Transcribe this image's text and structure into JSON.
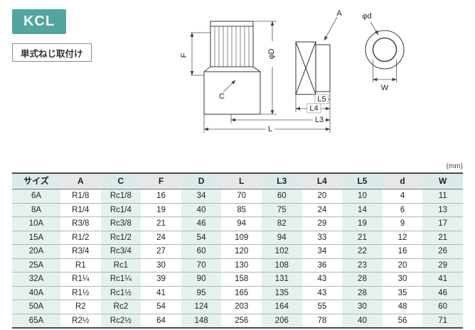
{
  "badge": {
    "label": "KCL",
    "color": "#4fa79d"
  },
  "subtitle": {
    "label": "単式ねじ取付け"
  },
  "diagram": {
    "labels": {
      "A": "A",
      "phi_d": "φd",
      "phi_D": "φD",
      "F": "F",
      "C": "C",
      "L5": "L5",
      "L4": "L4",
      "L3": "L3",
      "L": "L",
      "W": "W"
    }
  },
  "table": {
    "unit_note": "(mm)",
    "columns": [
      "サイズ",
      "A",
      "C",
      "F",
      "D",
      "L",
      "L3",
      "L4",
      "L5",
      "d",
      "W"
    ],
    "shaded_columns": [
      0,
      2,
      4,
      6,
      8,
      10
    ],
    "rows": [
      [
        "6A",
        "R1/8",
        "Rc1/8",
        "16",
        "34",
        "70",
        "60",
        "20",
        "10",
        "4",
        "11"
      ],
      [
        "8A",
        "R1/4",
        "Rc1/4",
        "19",
        "40",
        "85",
        "75",
        "24",
        "14",
        "6",
        "13"
      ],
      [
        "10A",
        "R3/8",
        "Rc3/8",
        "21",
        "46",
        "94",
        "82",
        "29",
        "19",
        "9",
        "17"
      ],
      [
        "15A",
        "R1/2",
        "Rc1/2",
        "24",
        "54",
        "109",
        "94",
        "33",
        "21",
        "12",
        "21"
      ],
      [
        "20A",
        "R3/4",
        "Rc3/4",
        "27",
        "60",
        "120",
        "102",
        "34",
        "22",
        "16",
        "26"
      ],
      [
        "25A",
        "R1",
        "Rc1",
        "30",
        "70",
        "130",
        "108",
        "36",
        "23",
        "20",
        "29"
      ],
      [
        "32A",
        "R1¼",
        "Rc1¼",
        "39",
        "90",
        "158",
        "131",
        "43",
        "28",
        "30",
        "41"
      ],
      [
        "40A",
        "R1½",
        "Rc1½",
        "41",
        "95",
        "165",
        "135",
        "43",
        "28",
        "35",
        "46"
      ],
      [
        "50A",
        "R2",
        "Rc2",
        "54",
        "124",
        "203",
        "164",
        "55",
        "30",
        "48",
        "60"
      ],
      [
        "65A",
        "R2½",
        "Rc2½",
        "64",
        "148",
        "256",
        "206",
        "78",
        "40",
        "56",
        "71"
      ]
    ]
  }
}
